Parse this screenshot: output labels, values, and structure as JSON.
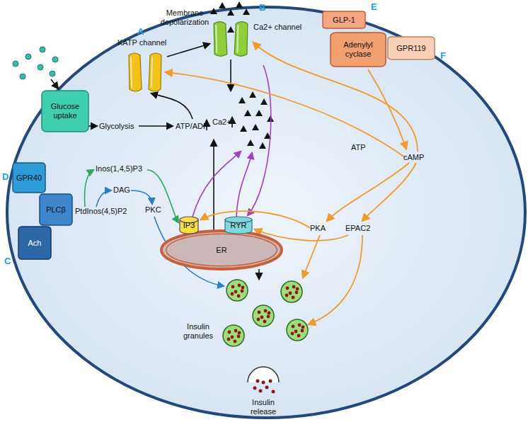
{
  "diagram": {
    "nodes": [
      {
        "text": [
          "A",
          "KATP channel"
        ]
      },
      {
        "text": [
          "B",
          "Ca2+ channel"
        ]
      },
      {
        "text": [
          "E",
          "GLP-1"
        ]
      },
      {
        "text": [
          "Adenylyl cyclase"
        ]
      },
      {
        "text": [
          "F",
          "GPR119"
        ]
      },
      {
        "text": [
          "Glucose uptake"
        ]
      },
      {
        "text": [
          "D",
          "GPR40"
        ]
      },
      {
        "text": [
          "PLCβ"
        ]
      },
      {
        "text": [
          "C",
          "Ach"
        ]
      },
      {
        "text": [
          "ER"
        ]
      },
      {
        "text": [
          "IP3"
        ]
      },
      {
        "text": [
          "RYR"
        ]
      }
    ],
    "labels": [
      "Membrane depolarization",
      "Glycolysis",
      "ATP/ADP",
      "Ca2+",
      "Inos(1,4,5)P3",
      "DAG",
      "PtdInos(4,5)P2",
      "PKC",
      "ATP",
      "cAMP",
      "PKA",
      "EPAC2",
      "Insulin granules",
      "Insulin release"
    ]
  }
}
